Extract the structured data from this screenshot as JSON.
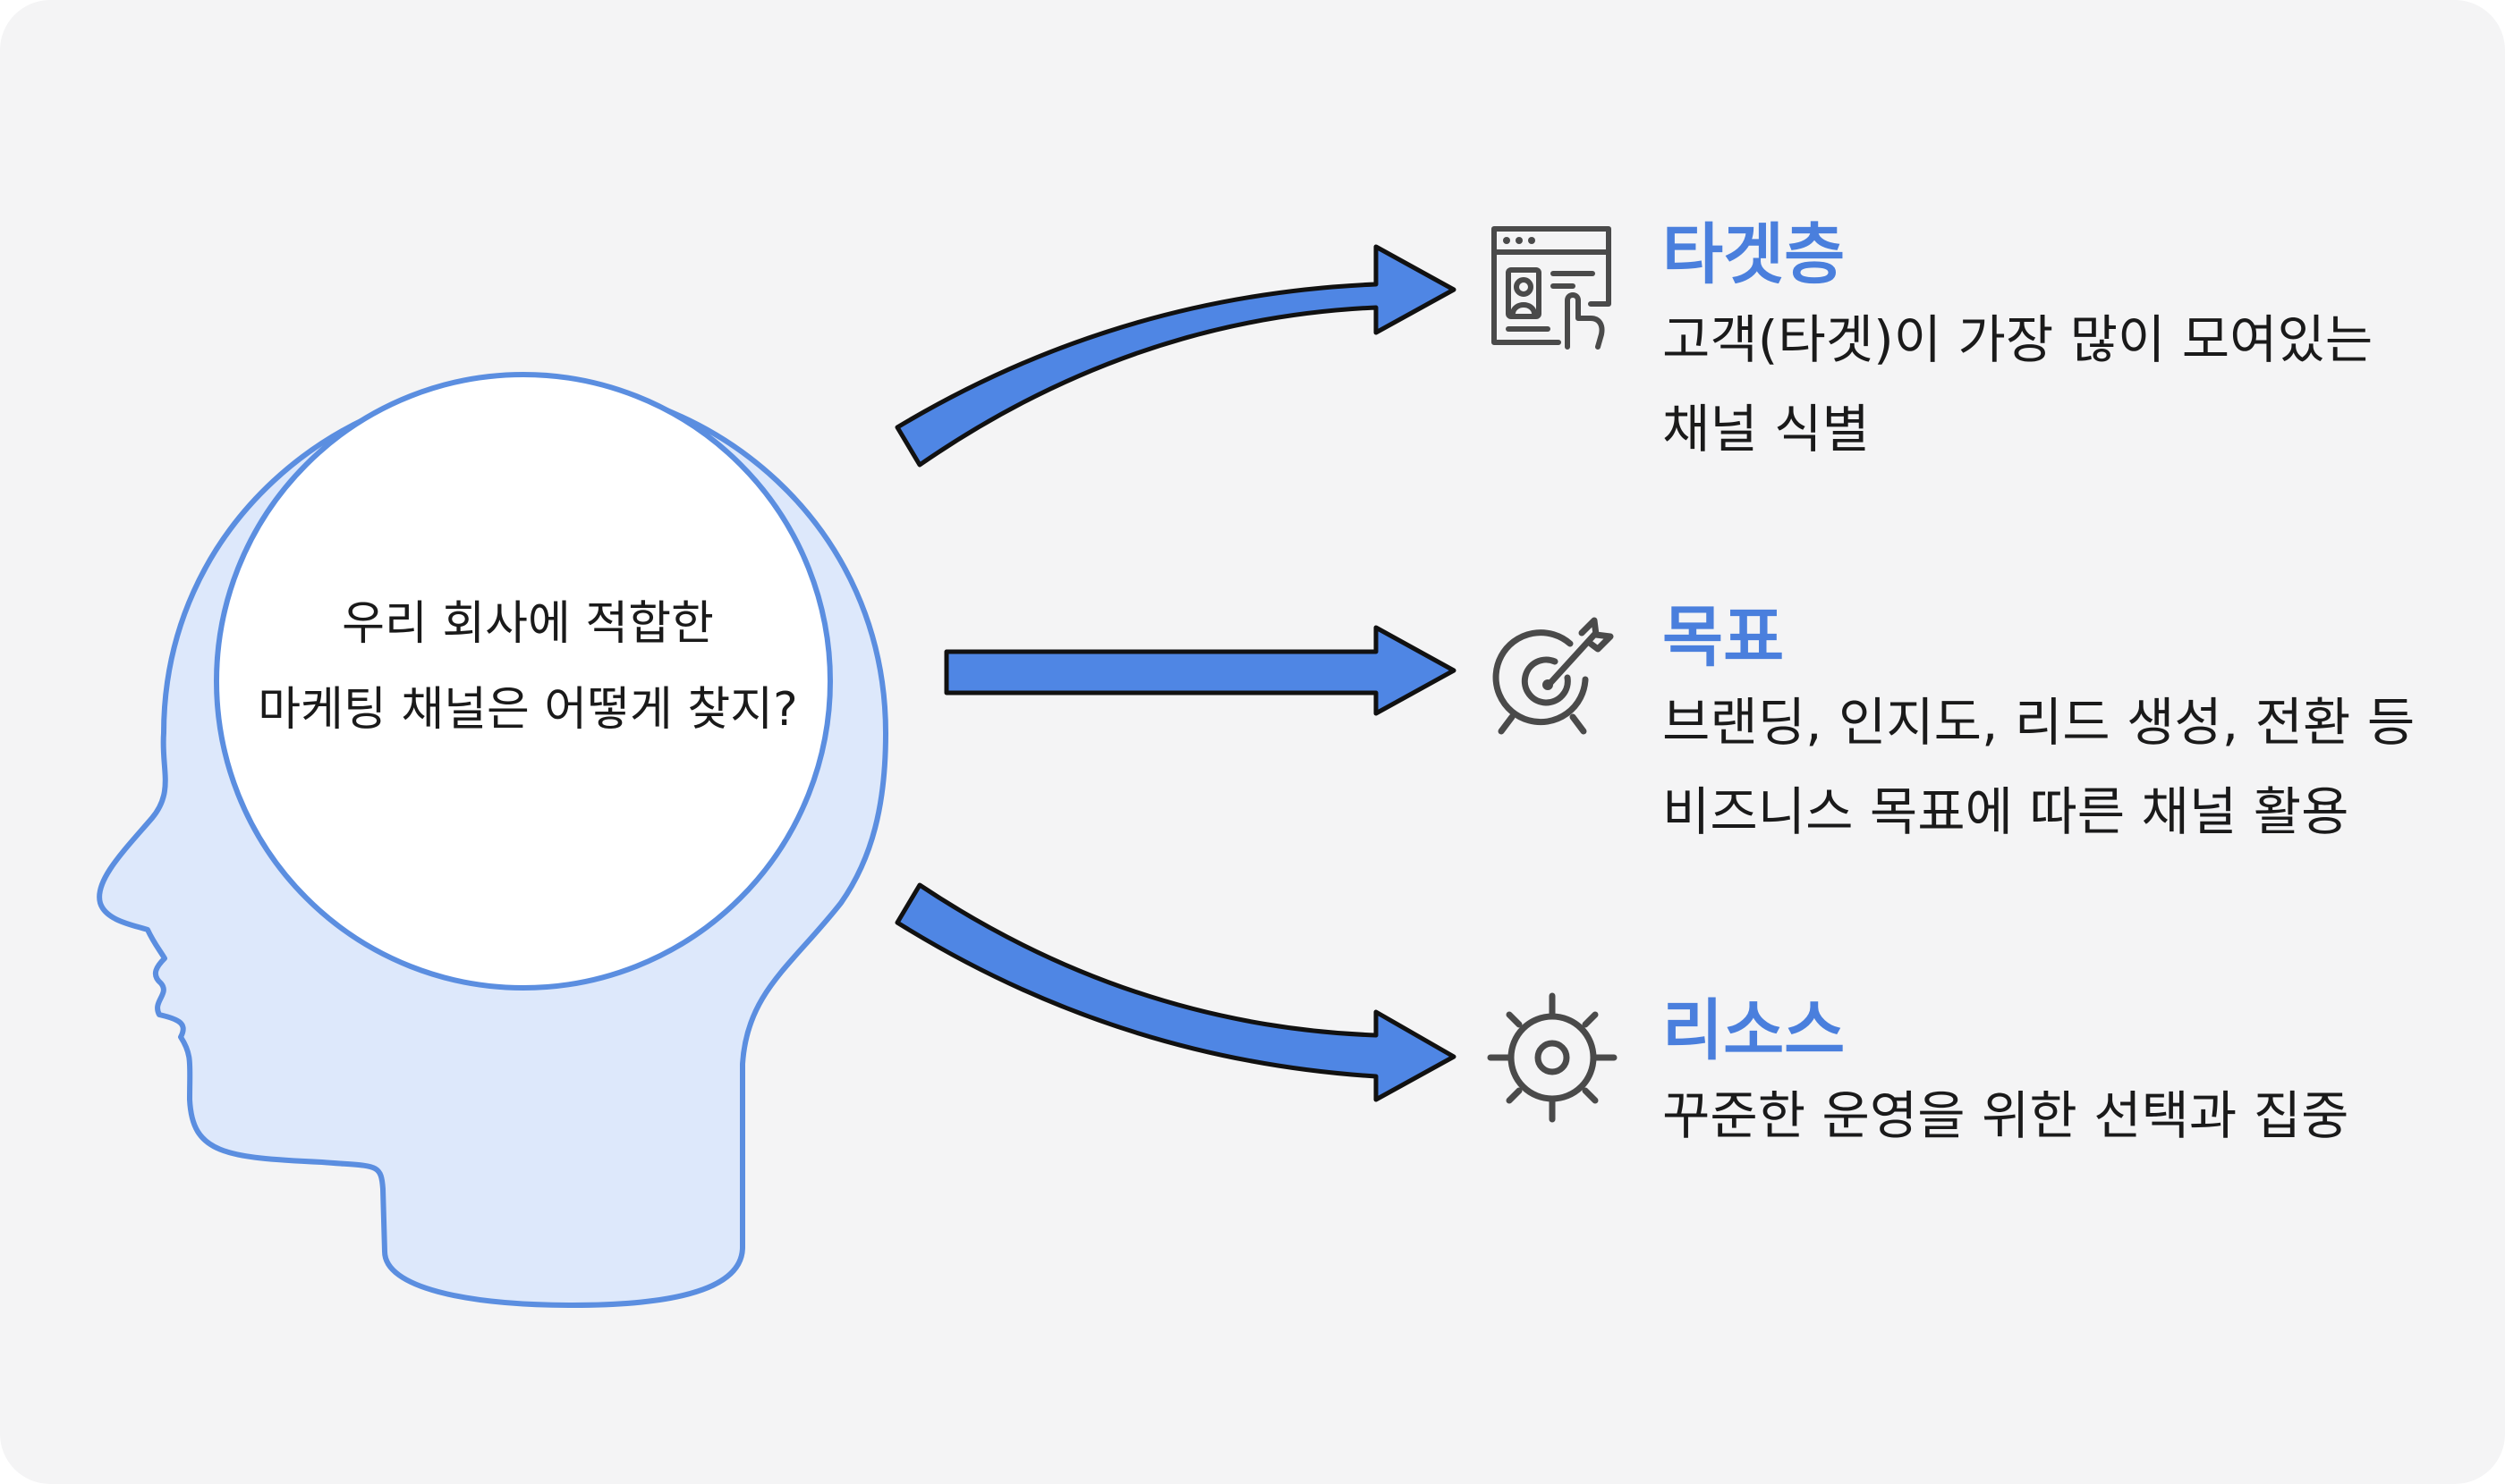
{
  "question": {
    "line1": "우리 회사에 적합한",
    "line2": "마케팅 채널은 어떻게 찾지?"
  },
  "items": [
    {
      "title": "타겟층",
      "desc": [
        "고객(타겟)이 가장 많이 모여있는",
        "채널 식별"
      ],
      "icon": "target-audience-icon"
    },
    {
      "title": "목표",
      "desc": [
        "브랜딩, 인지도, 리드 생성, 전환 등",
        "비즈니스 목표에 따른 채널 활용"
      ],
      "icon": "bullseye-arrow-icon"
    },
    {
      "title": "리소스",
      "desc": [
        "꾸준한 운영을 위한 선택과 집중"
      ],
      "icon": "gear-resource-icon"
    }
  ],
  "colors": {
    "background": "#f4f4f5",
    "accent": "#4a7fdd",
    "arrow_fill": "#4f86e4",
    "head_fill": "#dde8fb",
    "head_stroke": "#5b8ee0",
    "text": "#1a1a1a",
    "icon": "#4a4a4a"
  }
}
